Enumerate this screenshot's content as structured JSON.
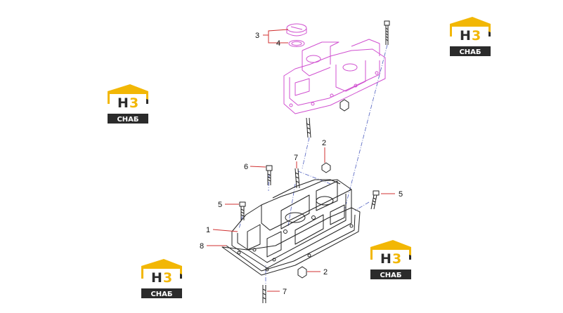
{
  "colors": {
    "leader": "#d03030",
    "upper_part": "#d050d0",
    "lower_part": "#222222",
    "dash": "#5060c0",
    "logo_yellow": "#f2b705",
    "logo_dark": "#2b2b2b"
  },
  "logo": {
    "h_letter": "H",
    "three": "3",
    "brand": "СНАБ"
  },
  "callouts": [
    {
      "id": "c3",
      "text": "3"
    },
    {
      "id": "c4",
      "text": "4"
    },
    {
      "id": "c2-top",
      "text": "2"
    },
    {
      "id": "c7-top",
      "text": "7"
    },
    {
      "id": "c6",
      "text": "6"
    },
    {
      "id": "c5-left",
      "text": "5"
    },
    {
      "id": "c5-right",
      "text": "5"
    },
    {
      "id": "c1",
      "text": "1"
    },
    {
      "id": "c8",
      "text": "8"
    },
    {
      "id": "c2-bottom",
      "text": "2"
    },
    {
      "id": "c7-bottom",
      "text": "7"
    }
  ]
}
